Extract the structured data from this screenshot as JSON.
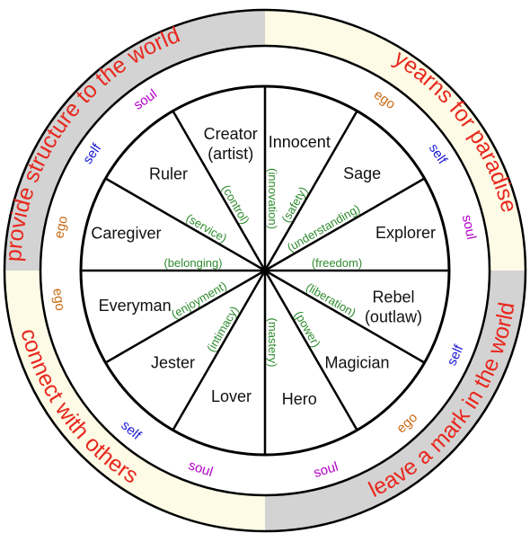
{
  "quadrants": [
    {
      "phrase": "provide structure to the world",
      "bg": "#d3d3d3",
      "words": [
        {
          "text": "soul",
          "color": "#b200c8"
        },
        {
          "text": "self",
          "color": "#1a1ad6"
        },
        {
          "text": "ego",
          "color": "#c86a14"
        }
      ]
    },
    {
      "phrase": "yearns for paradise",
      "bg": "#fdfbe6",
      "words": [
        {
          "text": "ego",
          "color": "#c86a14"
        },
        {
          "text": "self",
          "color": "#1a1ad6"
        },
        {
          "text": "soul",
          "color": "#b200c8"
        }
      ]
    },
    {
      "phrase": "leave a mark in the world",
      "bg": "#d3d3d3",
      "words": [
        {
          "text": "self",
          "color": "#1a1ad6"
        },
        {
          "text": "ego",
          "color": "#c86a14"
        },
        {
          "text": "soul",
          "color": "#b200c8"
        }
      ]
    },
    {
      "phrase": "connect with others",
      "bg": "#fdfbe6",
      "words": [
        {
          "text": "ego",
          "color": "#c86a14"
        },
        {
          "text": "self",
          "color": "#1a1ad6"
        },
        {
          "text": "soul",
          "color": "#b200c8"
        }
      ]
    }
  ],
  "archetypes": [
    {
      "name": "Innocent",
      "trait": "(safety)"
    },
    {
      "name": "Sage",
      "trait": "(understanding)"
    },
    {
      "name": "Explorer",
      "trait": "(freedom)"
    },
    {
      "name": "Rebel\n(outlaw)",
      "trait": "(liberation)"
    },
    {
      "name": "Magician",
      "trait": "(power)"
    },
    {
      "name": "Hero",
      "trait": "(mastery)"
    },
    {
      "name": "Lover",
      "trait": "(intimacy)"
    },
    {
      "name": "Jester",
      "trait": "(enjoyment)"
    },
    {
      "name": "Everyman",
      "trait": "(belonging)"
    },
    {
      "name": "Caregiver",
      "trait": "(service)"
    },
    {
      "name": "Ruler",
      "trait": "(control)"
    },
    {
      "name": "Creator\n(artist)",
      "trait": "(innovation)"
    }
  ],
  "colors": {
    "line": "#000000",
    "trait": "#2e8b2e",
    "phrase": "#e8281e",
    "inner_bg": "#ffffff"
  }
}
